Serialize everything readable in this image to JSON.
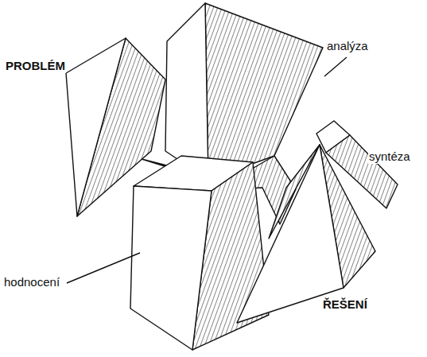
{
  "diagram": {
    "labels": [
      "PROBLÉM",
      "analýza",
      "syntéza",
      "hodnocení",
      "ŘEŠENÍ"
    ]
  }
}
